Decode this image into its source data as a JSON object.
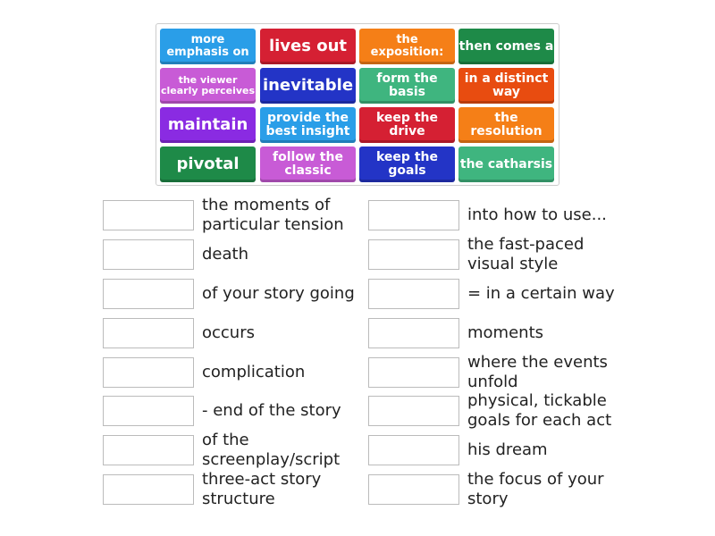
{
  "tiles": [
    {
      "text": "more emphasis on",
      "color": "#2a9ee8",
      "size": 13
    },
    {
      "text": "lives out",
      "color": "#d52033",
      "size": 18
    },
    {
      "text": "the exposition:",
      "color": "#f57f17",
      "size": 13
    },
    {
      "text": "then comes a",
      "color": "#1e8a48",
      "size": 14
    },
    {
      "text": "the viewer clearly perceives",
      "color": "#c85bd6",
      "size": 11
    },
    {
      "text": "inevitable",
      "color": "#2334c6",
      "size": 18
    },
    {
      "text": "form the basis",
      "color": "#3fb57f",
      "size": 14
    },
    {
      "text": "in a distinct way",
      "color": "#e84c10",
      "size": 14
    },
    {
      "text": "maintain",
      "color": "#8a2be2",
      "size": 18
    },
    {
      "text": "provide the best insight",
      "color": "#2a9ee8",
      "size": 14
    },
    {
      "text": "keep the drive",
      "color": "#d52033",
      "size": 14
    },
    {
      "text": "the resolution",
      "color": "#f57f17",
      "size": 14
    },
    {
      "text": "pivotal",
      "color": "#1e8a48",
      "size": 18
    },
    {
      "text": "follow the classic",
      "color": "#c85bd6",
      "size": 14
    },
    {
      "text": "keep the goals",
      "color": "#2334c6",
      "size": 14
    },
    {
      "text": "the catharsis",
      "color": "#3fb57f",
      "size": 14
    }
  ],
  "left_items": [
    "the moments of particular tension",
    "death",
    "of your story going",
    "occurs",
    "complication",
    "- end of the story",
    "of the screenplay/script",
    "three-act story structure"
  ],
  "right_items": [
    "into how to use...",
    "the fast-paced visual style",
    "= in a certain way",
    "moments",
    "where the events unfold",
    "physical, tickable goals for each act",
    "his dream",
    "the focus of your story"
  ]
}
